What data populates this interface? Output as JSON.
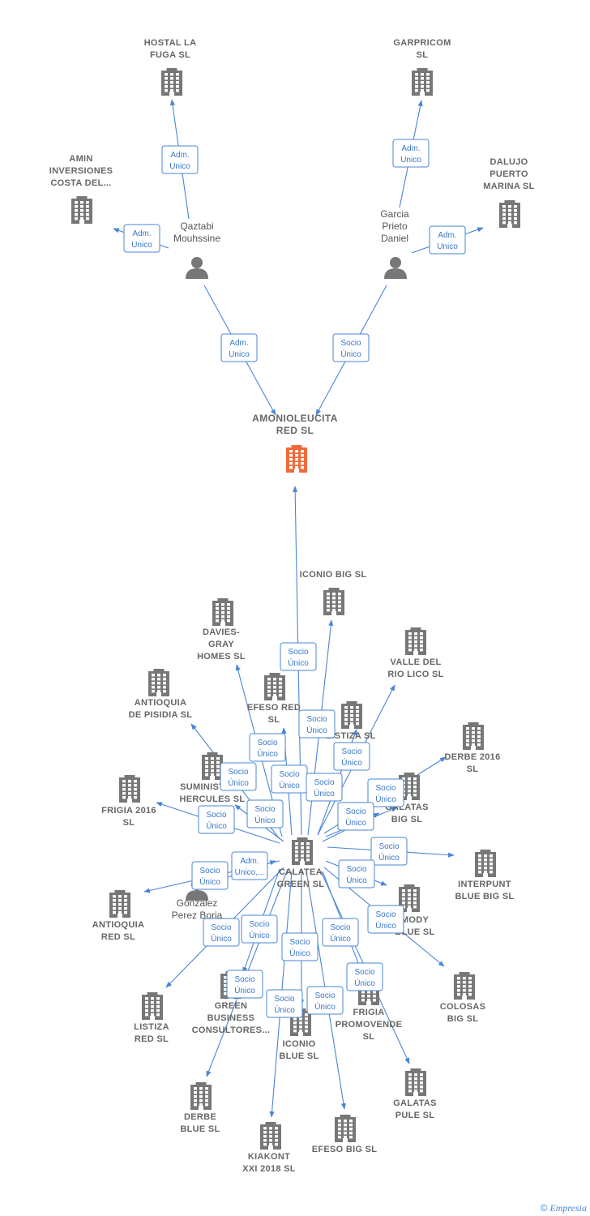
{
  "colors": {
    "company": "#777777",
    "focus": "#f26a3a",
    "person": "#777777",
    "edge": "#4a86d4"
  },
  "center": {
    "id": "amonio",
    "lines": [
      "AMONIOLEUCITA",
      "RED  SL"
    ]
  },
  "nodes": [
    {
      "id": "hostal",
      "type": "company",
      "lines": [
        "HOSTAL LA",
        "FUGA  SL"
      ]
    },
    {
      "id": "garpricom",
      "type": "company",
      "lines": [
        "GARPRICOM",
        "SL"
      ]
    },
    {
      "id": "amin",
      "type": "company",
      "lines": [
        "AMIN",
        "INVERSIONES",
        "COSTA DEL..."
      ]
    },
    {
      "id": "dalujo",
      "type": "company",
      "lines": [
        "DALUJO",
        "PUERTO",
        "MARINA SL"
      ]
    },
    {
      "id": "qaztabi",
      "type": "person",
      "lines": [
        "Qaztabi",
        "Mouhssine"
      ]
    },
    {
      "id": "garcia",
      "type": "person",
      "lines": [
        "Garcia",
        "Prieto",
        "Daniel"
      ]
    },
    {
      "id": "calatea",
      "type": "company",
      "lines": [
        "CALATEA",
        "GREEN  SL"
      ]
    },
    {
      "id": "iconiobig",
      "type": "company",
      "lines": [
        "ICONIO BIG  SL"
      ]
    },
    {
      "id": "davies",
      "type": "company",
      "lines": [
        "DAVIES-",
        "GRAY",
        "HOMES  SL"
      ]
    },
    {
      "id": "valle",
      "type": "company",
      "lines": [
        "VALLE DEL",
        "RIO LICO  SL"
      ]
    },
    {
      "id": "antioquiapisidia",
      "type": "company",
      "lines": [
        "ANTIOQUIA",
        "DE PISIDIA  SL"
      ]
    },
    {
      "id": "efesored",
      "type": "company",
      "lines": [
        "EFESO RED",
        "SL"
      ]
    },
    {
      "id": "listizasl",
      "type": "company",
      "lines": [
        "LISTIZA SL"
      ]
    },
    {
      "id": "derbe2016",
      "type": "company",
      "lines": [
        "DERBE 2016",
        "SL"
      ]
    },
    {
      "id": "suministros",
      "type": "company",
      "lines": [
        "SUMINISTROS",
        "HERCULES  SL"
      ]
    },
    {
      "id": "galatasbig",
      "type": "company",
      "lines": [
        "GALATAS",
        "BIG  SL"
      ]
    },
    {
      "id": "frigia2016",
      "type": "company",
      "lines": [
        "FRIGIA 2016",
        "SL"
      ]
    },
    {
      "id": "interpunt",
      "type": "company",
      "lines": [
        "INTERPUNT",
        "BLUE BIG  SL"
      ]
    },
    {
      "id": "gonzalez",
      "type": "person",
      "lines": [
        "Gonzalez",
        "Perez Borja"
      ]
    },
    {
      "id": "antioquiared",
      "type": "company",
      "lines": [
        "ANTIOQUIA",
        "RED  SL"
      ]
    },
    {
      "id": "modyblue",
      "type": "company",
      "lines": [
        "MODY",
        "BLUE  SL"
      ]
    },
    {
      "id": "colosas",
      "type": "company",
      "lines": [
        "COLOSAS",
        "BIG  SL"
      ]
    },
    {
      "id": "listizared",
      "type": "company",
      "lines": [
        "LISTIZA",
        "RED  SL"
      ]
    },
    {
      "id": "greenbusiness",
      "type": "company",
      "lines": [
        "GREEN",
        "BUSINESS",
        "CONSULTORES..."
      ]
    },
    {
      "id": "frigiapromo",
      "type": "company",
      "lines": [
        "FRIGIA",
        "PROMOVENDE",
        "SL"
      ]
    },
    {
      "id": "iconioblue",
      "type": "company",
      "lines": [
        "ICONIO",
        "BLUE  SL"
      ]
    },
    {
      "id": "galataspule",
      "type": "company",
      "lines": [
        "GALATAS",
        "PULE  SL"
      ]
    },
    {
      "id": "derbeblue",
      "type": "company",
      "lines": [
        "DERBE",
        "BLUE  SL"
      ]
    },
    {
      "id": "efesobig",
      "type": "company",
      "lines": [
        "EFESO BIG  SL"
      ]
    },
    {
      "id": "kiakont",
      "type": "company",
      "lines": [
        "KIAKONT",
        "XXI 2018  SL"
      ]
    }
  ],
  "relations": [
    {
      "id": "r-qaz-hostal",
      "lines": [
        "Adm.",
        "Unico"
      ]
    },
    {
      "id": "r-qaz-amin",
      "lines": [
        "Adm.",
        "Unico"
      ]
    },
    {
      "id": "r-qaz-amonio",
      "lines": [
        "Adm.",
        "Unico"
      ]
    },
    {
      "id": "r-gar-garpricom",
      "lines": [
        "Adm.",
        "Unico"
      ]
    },
    {
      "id": "r-gar-dalujo",
      "lines": [
        "Adm.",
        "Unico"
      ]
    },
    {
      "id": "r-gar-amonio",
      "lines": [
        "Socio",
        "Único"
      ]
    },
    {
      "id": "r-cal-amonio",
      "lines": [
        "Socio",
        "Único"
      ]
    },
    {
      "id": "r-cal-iconiobig",
      "lines": [
        "Socio",
        "Único"
      ]
    },
    {
      "id": "r-cal-davies",
      "lines": [
        "Socio",
        "Único"
      ]
    },
    {
      "id": "r-cal-efesored",
      "lines": [
        "Socio",
        "Único"
      ]
    },
    {
      "id": "r-cal-listizasl",
      "lines": [
        "Socio",
        "Único"
      ]
    },
    {
      "id": "r-cal-valle",
      "lines": [
        "Socio",
        "Único"
      ]
    },
    {
      "id": "r-cal-antioquiapisidia",
      "lines": [
        "Socio",
        "Único"
      ]
    },
    {
      "id": "r-cal-suministros",
      "lines": [
        "Socio",
        "Único"
      ]
    },
    {
      "id": "r-cal-derbe2016",
      "lines": [
        "Socio",
        "Único"
      ]
    },
    {
      "id": "r-cal-galatasbig",
      "lines": [
        "Socio",
        "Único"
      ]
    },
    {
      "id": "r-cal-frigia2016",
      "lines": [
        "Socio",
        "Único"
      ]
    },
    {
      "id": "r-cal-galatasbig2",
      "lines": [
        "Socio",
        "Único"
      ]
    },
    {
      "id": "r-cal-interpunt",
      "lines": [
        "Socio",
        "Único"
      ]
    },
    {
      "id": "r-gon-cal",
      "lines": [
        "Adm.",
        "Unico,..."
      ]
    },
    {
      "id": "r-cal-antioquiared",
      "lines": [
        "Socio",
        "Único"
      ]
    },
    {
      "id": "r-cal-modyblue",
      "lines": [
        "Socio",
        "Único"
      ]
    },
    {
      "id": "r-cal-colosas",
      "lines": [
        "Socio",
        "Único"
      ]
    },
    {
      "id": "r-cal-listizared",
      "lines": [
        "Socio",
        "Único"
      ]
    },
    {
      "id": "r-cal-derbeblue",
      "lines": [
        "Socio",
        "Único"
      ]
    },
    {
      "id": "r-cal-greenbusiness",
      "lines": [
        "Socio",
        "Único"
      ]
    },
    {
      "id": "r-cal-iconioblue",
      "lines": [
        "Socio",
        "Único"
      ]
    },
    {
      "id": "r-cal-frigiapromo",
      "lines": [
        "Socio",
        "Único"
      ]
    },
    {
      "id": "r-cal-kiakont",
      "lines": [
        "Socio",
        "Único"
      ]
    },
    {
      "id": "r-cal-efesobig",
      "lines": [
        "Socio",
        "Único"
      ]
    },
    {
      "id": "r-cal-galataspule",
      "lines": [
        "Socio",
        "Único"
      ]
    }
  ],
  "footer": {
    "symbol": "©",
    "brand": "Empresia"
  }
}
